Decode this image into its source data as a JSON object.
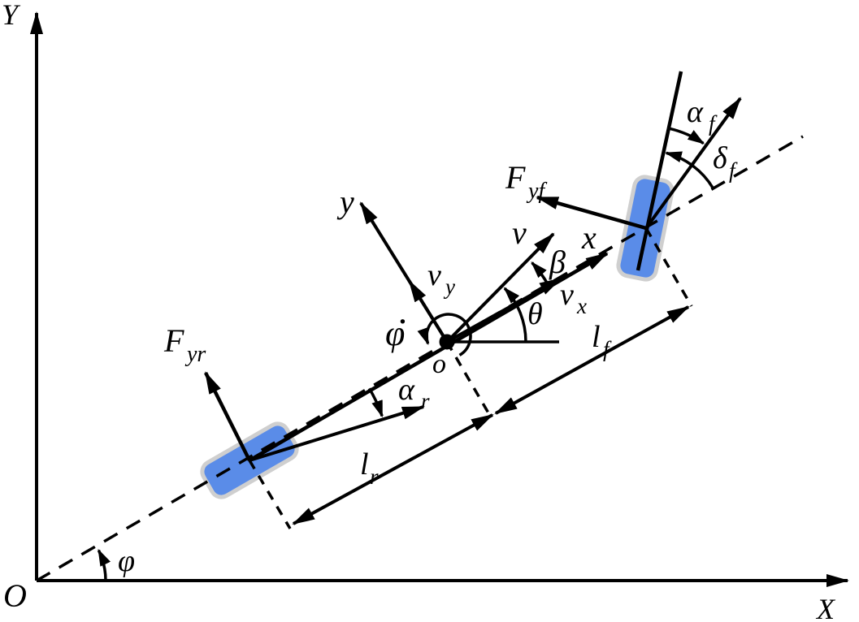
{
  "colors": {
    "line": "#000000",
    "background": "#ffffff",
    "wheel_fill": "#5a8ce8",
    "wheel_stroke": "#cfcfcf"
  },
  "labels": {
    "global_frame": {
      "y_axis": "Y",
      "x_axis": "X",
      "origin": "O",
      "yaw_angle": "φ"
    },
    "body_frame": {
      "x_axis": "x",
      "y_axis": "y",
      "origin": "o",
      "yaw_rate_base": "φ",
      "yaw_rate_dot": "·"
    },
    "velocity": {
      "v": "v",
      "beta": "β",
      "theta": "θ",
      "vx_base": "v",
      "vx_sub": "x",
      "vy_base": "v",
      "vy_sub": "y"
    },
    "front_wheel": {
      "force_base": "F",
      "force_sub": "yf",
      "slip_base": "α",
      "slip_sub": "f",
      "steer_base": "δ",
      "steer_sub": "f",
      "dist_base": "l",
      "dist_sub": "f"
    },
    "rear_wheel": {
      "force_base": "F",
      "force_sub": "yr",
      "slip_base": "α",
      "slip_sub": "r",
      "dist_base": "l",
      "dist_sub": "r"
    }
  }
}
